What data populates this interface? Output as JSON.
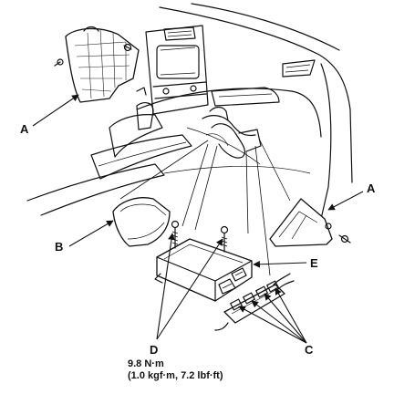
{
  "callouts": {
    "a_left": "A",
    "a_right": "A",
    "b": "B",
    "c": "C",
    "d": "D",
    "e": "E"
  },
  "torque_spec": {
    "line1": "9.8 N·m",
    "line2": "(1.0 kgf·m, 7.2 lbf·ft)"
  }
}
